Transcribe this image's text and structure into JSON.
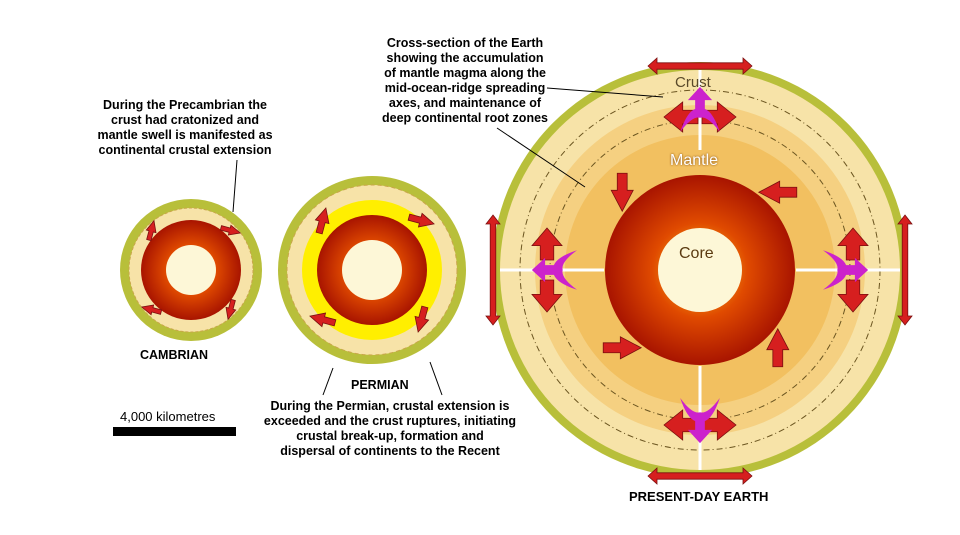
{
  "annotations": {
    "precambrian": [
      "During the Precambrian the",
      "crust had cratonized and",
      "mantle swell is manifested as",
      "continental crustal extension"
    ],
    "cross_section": [
      "Cross-section of the Earth",
      "showing the accumulation",
      "of mantle magma along the",
      "mid-ocean-ridge spreading",
      "axes, and maintenance of",
      "deep continental root zones"
    ],
    "permian": [
      "During the Permian, crustal extension is",
      "exceeded and the crust ruptures, initiating",
      "crustal break-up, formation and",
      "dispersal of continents to the Recent"
    ]
  },
  "stages": {
    "cambrian": "CAMBRIAN",
    "permian": "PERMIAN",
    "present": "PRESENT-DAY EARTH"
  },
  "layers": {
    "crust": "Crust",
    "mantle": "Mantle",
    "core": "Core"
  },
  "scale_bar": {
    "label": "4,000 kilometres"
  },
  "colors": {
    "crust_rim": "#b8bf3a",
    "mantle_light": "#f7e3a8",
    "mantle_dark": "#f2c15c",
    "yellow_band": "#ffef00",
    "core_outer": "#b21c00",
    "core_inner": "#fdf7d7",
    "arrow_red": "#d61f1f",
    "arrow_magenta": "#cc22cc"
  }
}
